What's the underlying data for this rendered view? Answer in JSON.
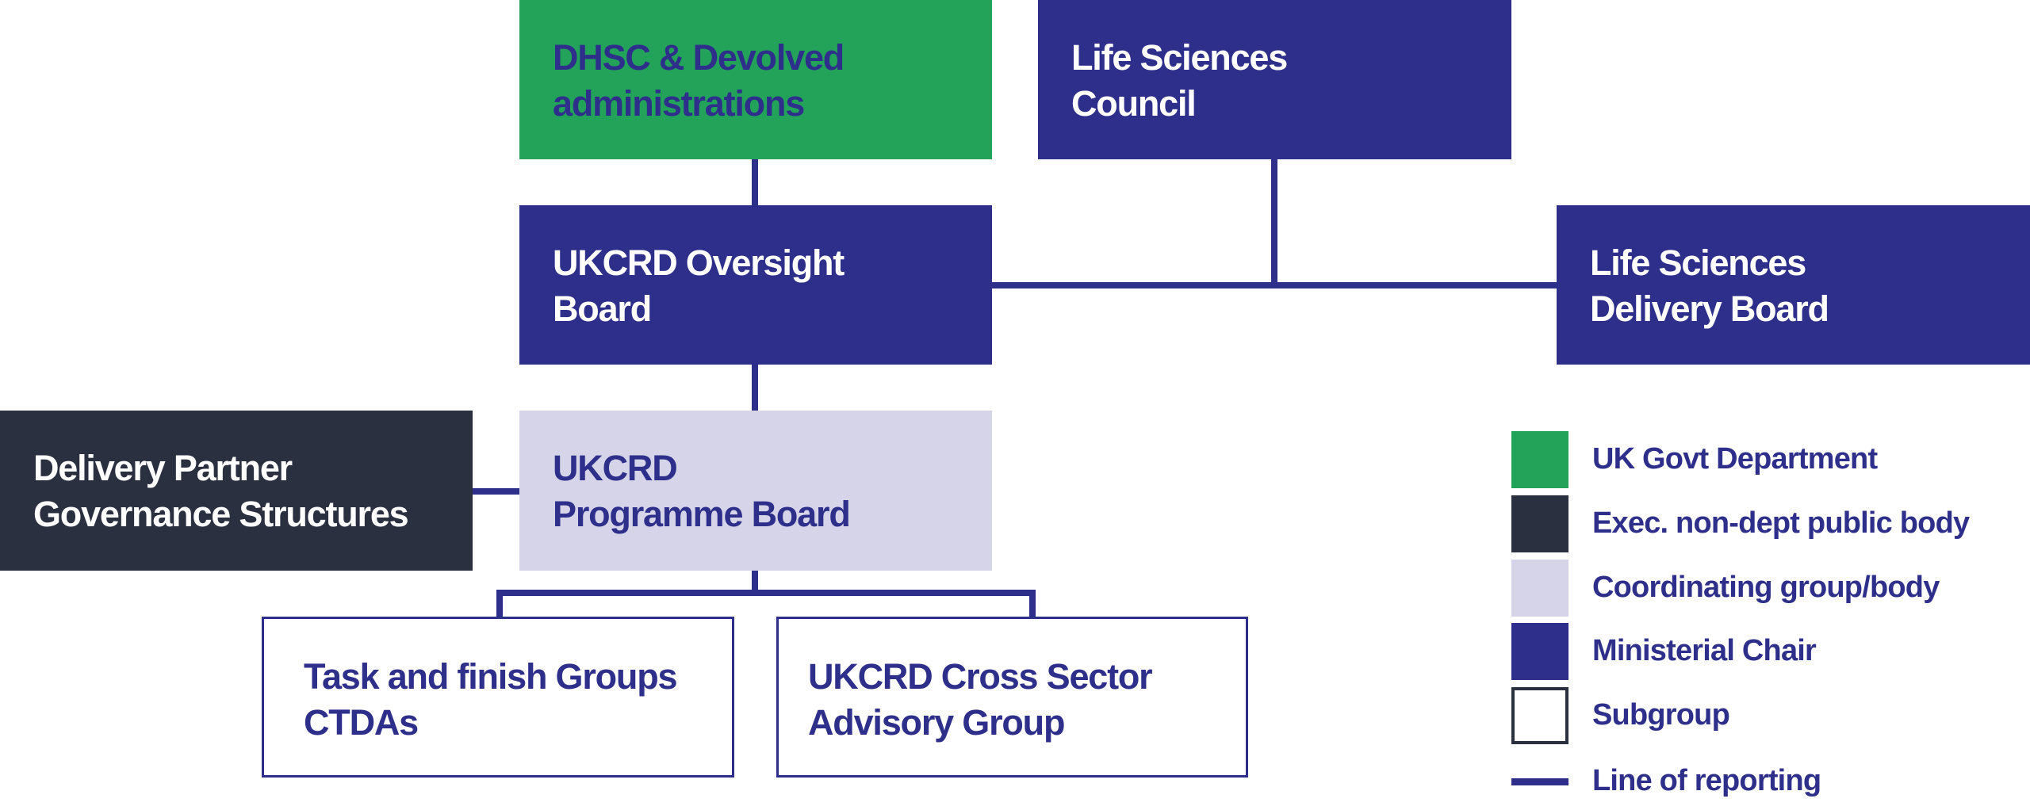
{
  "diagram": {
    "nodes": {
      "dhsc": {
        "lines": [
          "DHSC & Devolved",
          "administrations"
        ],
        "type": "UK Govt Department"
      },
      "life_sciences_council": {
        "lines": [
          "Life Sciences",
          "Council"
        ],
        "type": "Ministerial Chair"
      },
      "oversight_board": {
        "lines": [
          "UKCRD Oversight",
          "Board"
        ],
        "type": "Ministerial Chair"
      },
      "life_sciences_delivery_board": {
        "lines": [
          "Life Sciences",
          "Delivery Board"
        ],
        "type": "Ministerial Chair"
      },
      "delivery_partner": {
        "lines": [
          "Delivery Partner",
          "Governance Structures"
        ],
        "type": "Exec. non-dept public body"
      },
      "programme_board": {
        "lines": [
          "UKCRD",
          "Programme Board"
        ],
        "type": "Coordinating group/body"
      },
      "task_finish": {
        "lines": [
          "Task and finish Groups",
          "CTDAs"
        ],
        "type": "Subgroup"
      },
      "cross_sector": {
        "lines": [
          "UKCRD Cross Sector",
          "Advisory Group"
        ],
        "type": "Subgroup"
      }
    },
    "edges": [
      [
        "dhsc",
        "oversight_board"
      ],
      [
        "life_sciences_council",
        "oversight_board"
      ],
      [
        "life_sciences_council",
        "life_sciences_delivery_board"
      ],
      [
        "oversight_board",
        "programme_board"
      ],
      [
        "delivery_partner",
        "programme_board"
      ],
      [
        "programme_board",
        "task_finish"
      ],
      [
        "programme_board",
        "cross_sector"
      ]
    ]
  },
  "legend": {
    "items": [
      {
        "label": "UK Govt Department",
        "color": "#23a35a",
        "kind": "fill"
      },
      {
        "label": "Exec. non-dept public body",
        "color": "#2b3041",
        "kind": "fill"
      },
      {
        "label": "Coordinating group/body",
        "color": "#d5d4e9",
        "kind": "fill"
      },
      {
        "label": "Ministerial Chair",
        "color": "#2e2f8a",
        "kind": "fill"
      },
      {
        "label": "Subgroup",
        "color": "#ffffff",
        "kind": "outline"
      },
      {
        "label": "Line of reporting",
        "color": "#2e2f8a",
        "kind": "line"
      }
    ]
  },
  "colors": {
    "green": "#23a35a",
    "navy": "#2e2f8a",
    "dark": "#2b3041",
    "lavender": "#d5d4e9"
  }
}
